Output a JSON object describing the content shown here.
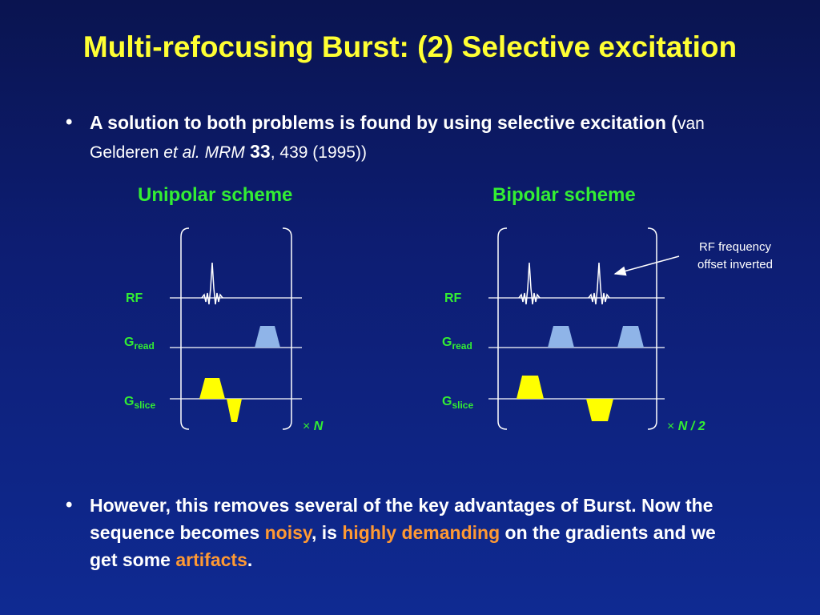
{
  "slide": {
    "title": "Multi-refocusing Burst: (2) Selective excitation",
    "bullet1": {
      "text_bold": "A solution to both problems is found by using selective excitation (",
      "ref_author": "van Gelderen ",
      "ref_etal": "et al. MRM",
      "ref_volume": "33",
      "ref_rest": ", 439 (1995))"
    },
    "bullet2": {
      "part1": "However, this removes several of the key advantages of Burst. Now the sequence becomes ",
      "noisy": "noisy",
      "part2": ", is ",
      "highly_demanding": "highly demanding",
      "part3": " on the gradients and we get some ",
      "artifacts": "artifacts",
      "part4": "."
    },
    "bullet_symbol": "•"
  },
  "diagrams": {
    "unipolar": {
      "title": "Unipolar scheme",
      "rf_label": "RF",
      "gread_label": "G",
      "gread_sub": "read",
      "gslice_label": "G",
      "gslice_sub": "slice",
      "repeat_symbol": "×",
      "repeat_label": "N"
    },
    "bipolar": {
      "title": "Bipolar scheme",
      "rf_label": "RF",
      "gread_label": "G",
      "gread_sub": "read",
      "gslice_label": "G",
      "gslice_sub": "slice",
      "repeat_symbol": "×",
      "repeat_label": "N / 2",
      "annotation_line1": "RF frequency",
      "annotation_line2": "offset inverted"
    }
  },
  "colors": {
    "title": "#ffff33",
    "green_labels": "#33ee33",
    "highlight": "#ff9933",
    "gradient_read": "#8fb4e8",
    "gradient_slice": "#ffff00",
    "axis": "#ffffff"
  }
}
